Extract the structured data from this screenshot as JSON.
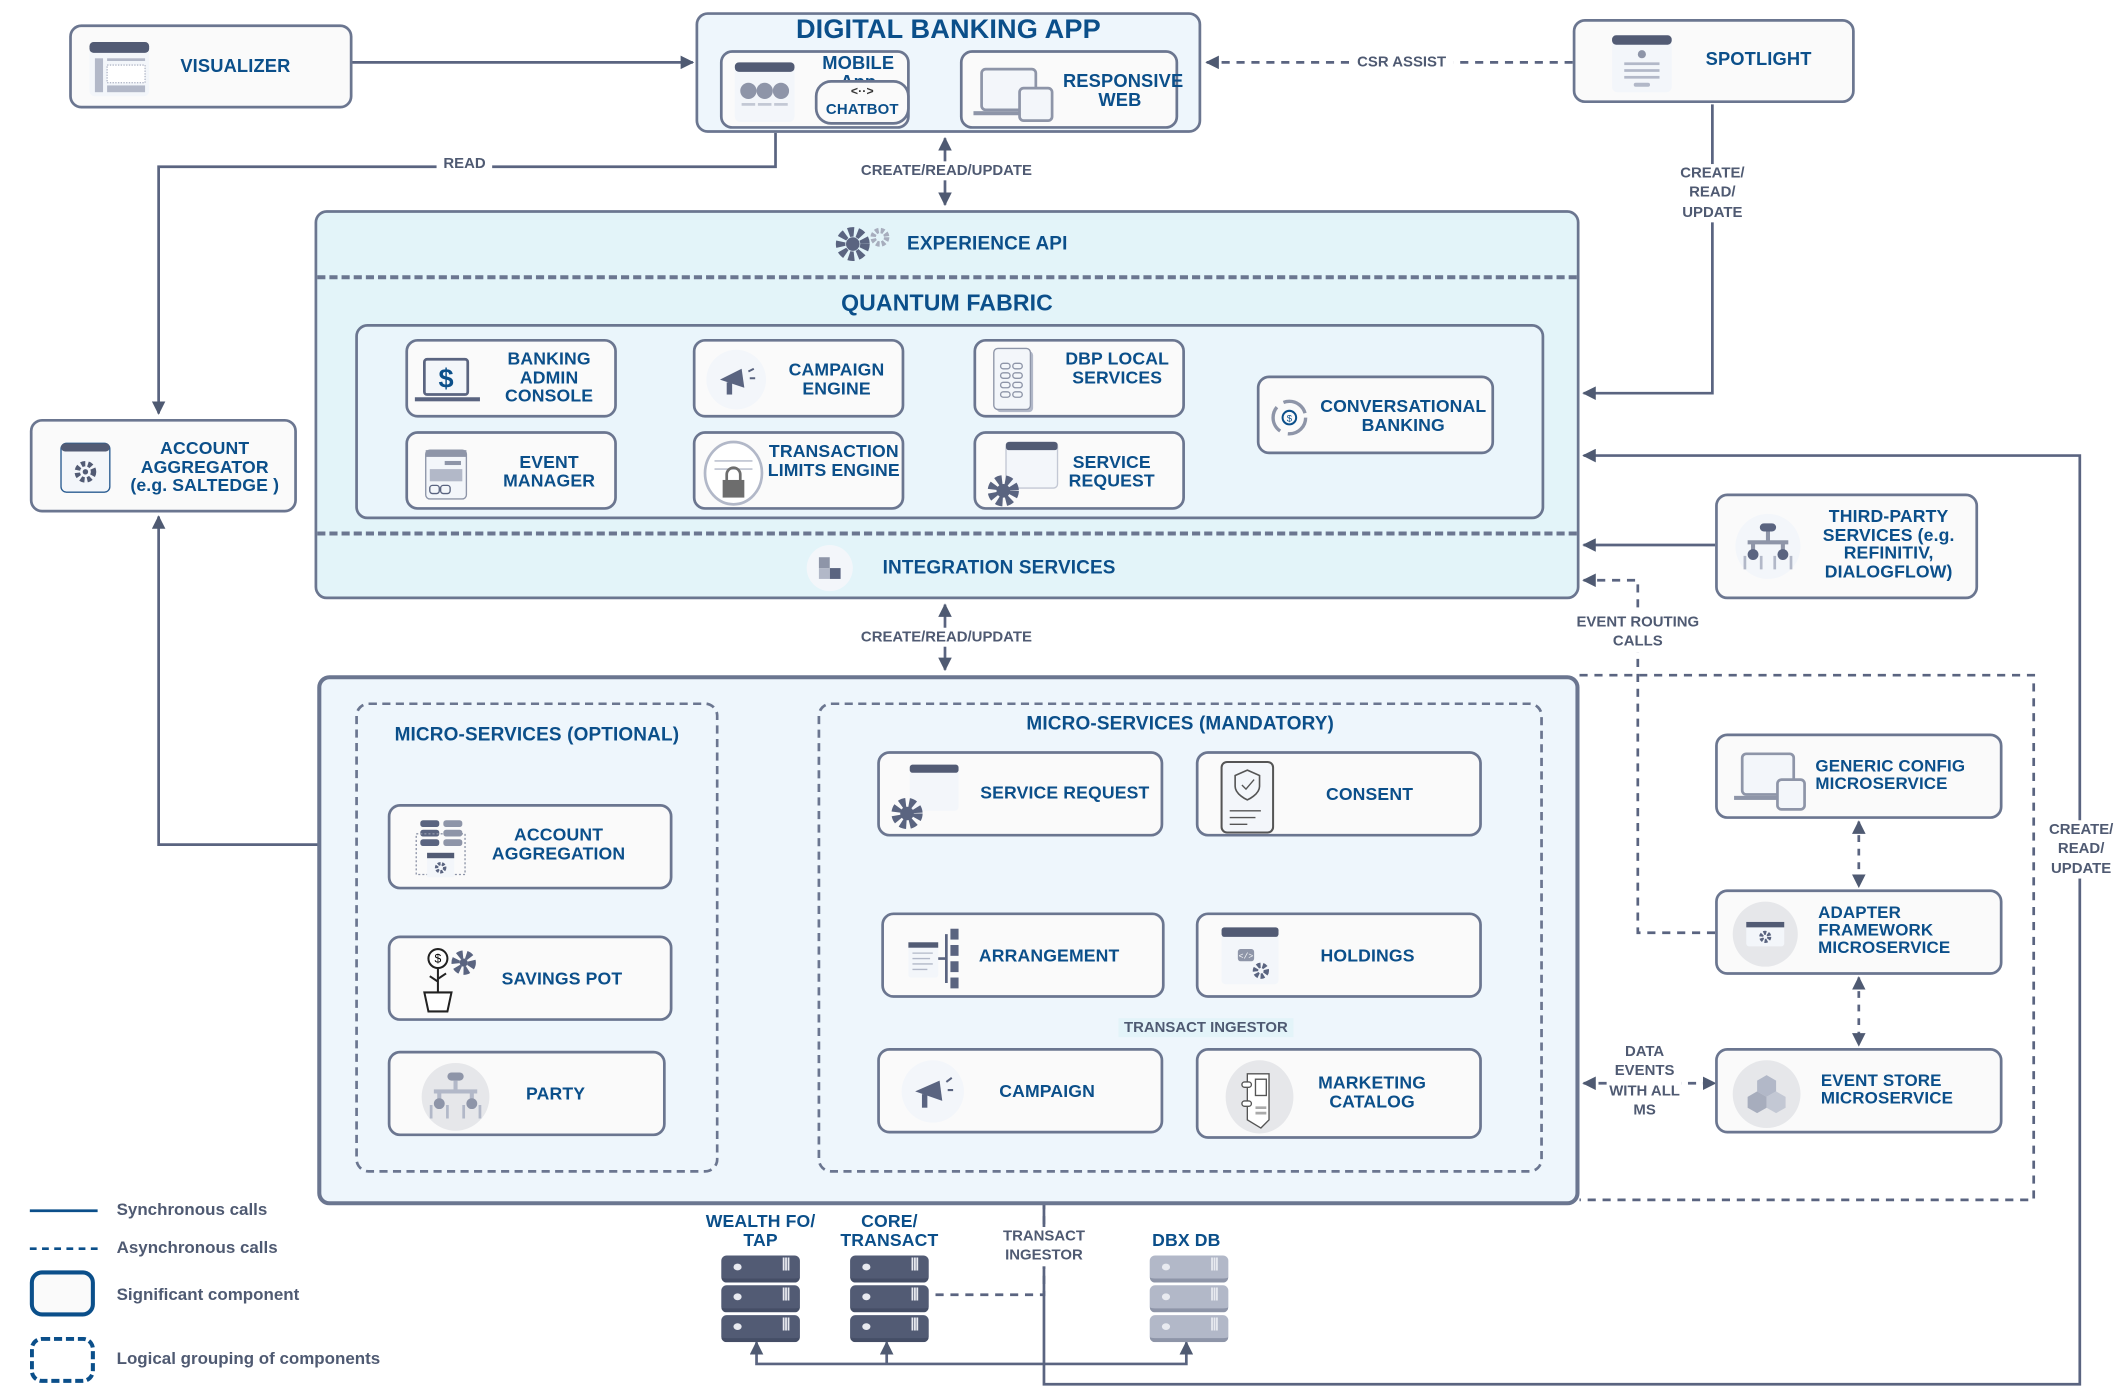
{
  "title": "Digital Banking Architecture",
  "top": {
    "visualizer": "VISUALIZER",
    "digital_banking_app": "DIGITAL BANKING APP",
    "mobile_app": "MOBILE App",
    "chatbot": "CHATBOT",
    "responsive_web": "RESPONSIVE WEB",
    "spotlight": "SPOTLIGHT"
  },
  "connectors": {
    "read": "READ",
    "csr_assist": "CSR ASSIST",
    "crud_top": "CREATE/READ/UPDATE",
    "crud_mid": "CREATE/READ/UPDATE",
    "crud_spotlight": "CREATE/ READ/ UPDATE",
    "crud_right": "CREATE/ READ/ UPDATE",
    "event_routing": "EVENT ROUTING CALLS",
    "data_events": "DATA EVENTS WITH ALL MS",
    "transact_ingestor_inner": "TRANSACT INGESTOR",
    "transact_ingestor_outer": "TRANSACT INGESTOR"
  },
  "account_aggregator": "ACCOUNT AGGREGATOR (e.g. SALTEDGE )",
  "quantum": {
    "experience_api": "EXPERIENCE API",
    "quantum_fabric": "QUANTUM FABRIC",
    "integration_services": "INTEGRATION SERVICES",
    "components": {
      "banking_admin_console": "BANKING ADMIN CONSOLE",
      "event_manager": "EVENT MANAGER",
      "campaign_engine": "CAMPAIGN ENGINE",
      "transaction_limits_engine": "TRANSACTION LIMITS ENGINE",
      "dbp_local_services": "DBP LOCAL SERVICES",
      "service_request": "SERVICE REQUEST",
      "conversational_banking": "CONVERSATIONAL BANKING"
    }
  },
  "third_party": "THIRD-PARTY SERVICES (e.g. REFINITIV, DIALOGFLOW)",
  "microservices": {
    "optional_title": "MICRO-SERVICES (OPTIONAL)",
    "mandatory_title": "MICRO-SERVICES (MANDATORY)",
    "optional": {
      "account_aggregation": "ACCOUNT AGGREGATION",
      "savings_pot": "SAVINGS POT",
      "party": "PARTY"
    },
    "mandatory": {
      "service_request": "SERVICE REQUEST",
      "consent": "CONSENT",
      "arrangement": "ARRANGEMENT",
      "holdings": "HOLDINGS",
      "campaign": "CAMPAIGN",
      "marketing_catalog": "MARKETING CATALOG"
    }
  },
  "side_services": {
    "generic_config": "GENERIC CONFIG MICROSERVICE",
    "adapter_framework": "ADAPTER FRAMEWORK MICROSERVICE",
    "event_store": "EVENT STORE MICROSERVICE"
  },
  "backends": {
    "wealth": "WEALTH FO/ TAP",
    "core": "CORE/ TRANSACT",
    "dbx": "DBX DB"
  },
  "legend": {
    "sync": "Synchronous calls",
    "async": "Asynchronous calls",
    "significant": "Significant component",
    "logical": "Logical grouping of components"
  },
  "colors": {
    "title_blue": "#0b4f8a",
    "line_gray": "#5a6480",
    "panel_light": "#e3f4f9",
    "legend_blue": "#0b4f8a"
  }
}
